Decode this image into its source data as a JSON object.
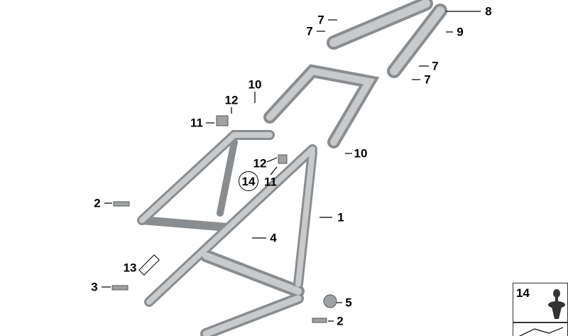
{
  "diagram": {
    "callouts": [
      "7",
      "7",
      "8",
      "9",
      "7",
      "7",
      "10",
      "12",
      "11",
      "10",
      "12",
      "14",
      "11",
      "2",
      "1",
      "4",
      "13",
      "3",
      "5",
      "2"
    ],
    "legend": {
      "part_number": "14",
      "icon": "push-rivet-icon"
    },
    "colors": {
      "frame": "#b4b6b8",
      "frame_shadow": "#7d8083",
      "text": "#000000"
    }
  }
}
